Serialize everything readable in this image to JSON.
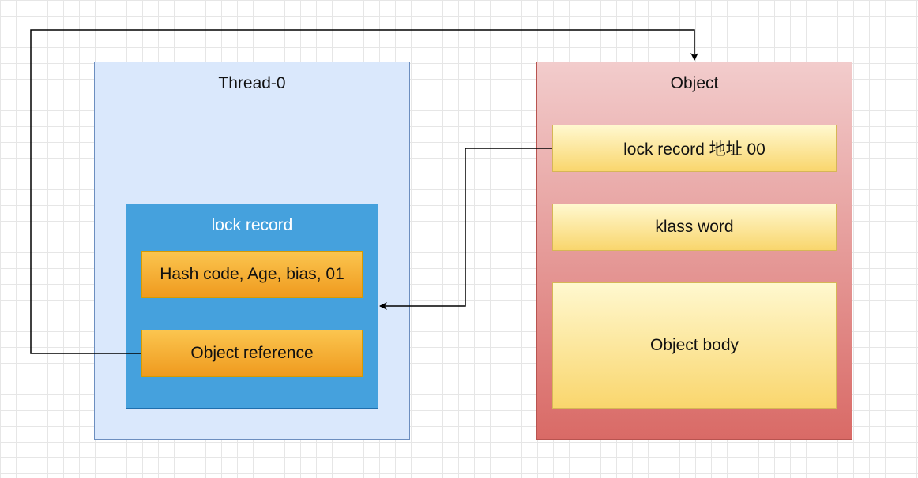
{
  "thread": {
    "title": "Thread-0"
  },
  "lock_record": {
    "title": "lock record",
    "fields": {
      "header": "Hash code, Age, bias, 01",
      "object_ref": "Object reference"
    }
  },
  "object": {
    "title": "Object",
    "fields": {
      "mark_word": "lock record 地址 00",
      "klass_word": "klass word",
      "body": "Object body"
    }
  },
  "colors": {
    "thread_fill": "#dae8fc",
    "thread_border": "#6c8ebf",
    "lock_record_fill": "#45a1dd",
    "object_fill_top": "#f2cccc",
    "object_fill_bottom": "#d96a66",
    "orange_fill": "#f5b03a",
    "yellow_fill": "#fbe7a1",
    "edge": "#000000"
  }
}
